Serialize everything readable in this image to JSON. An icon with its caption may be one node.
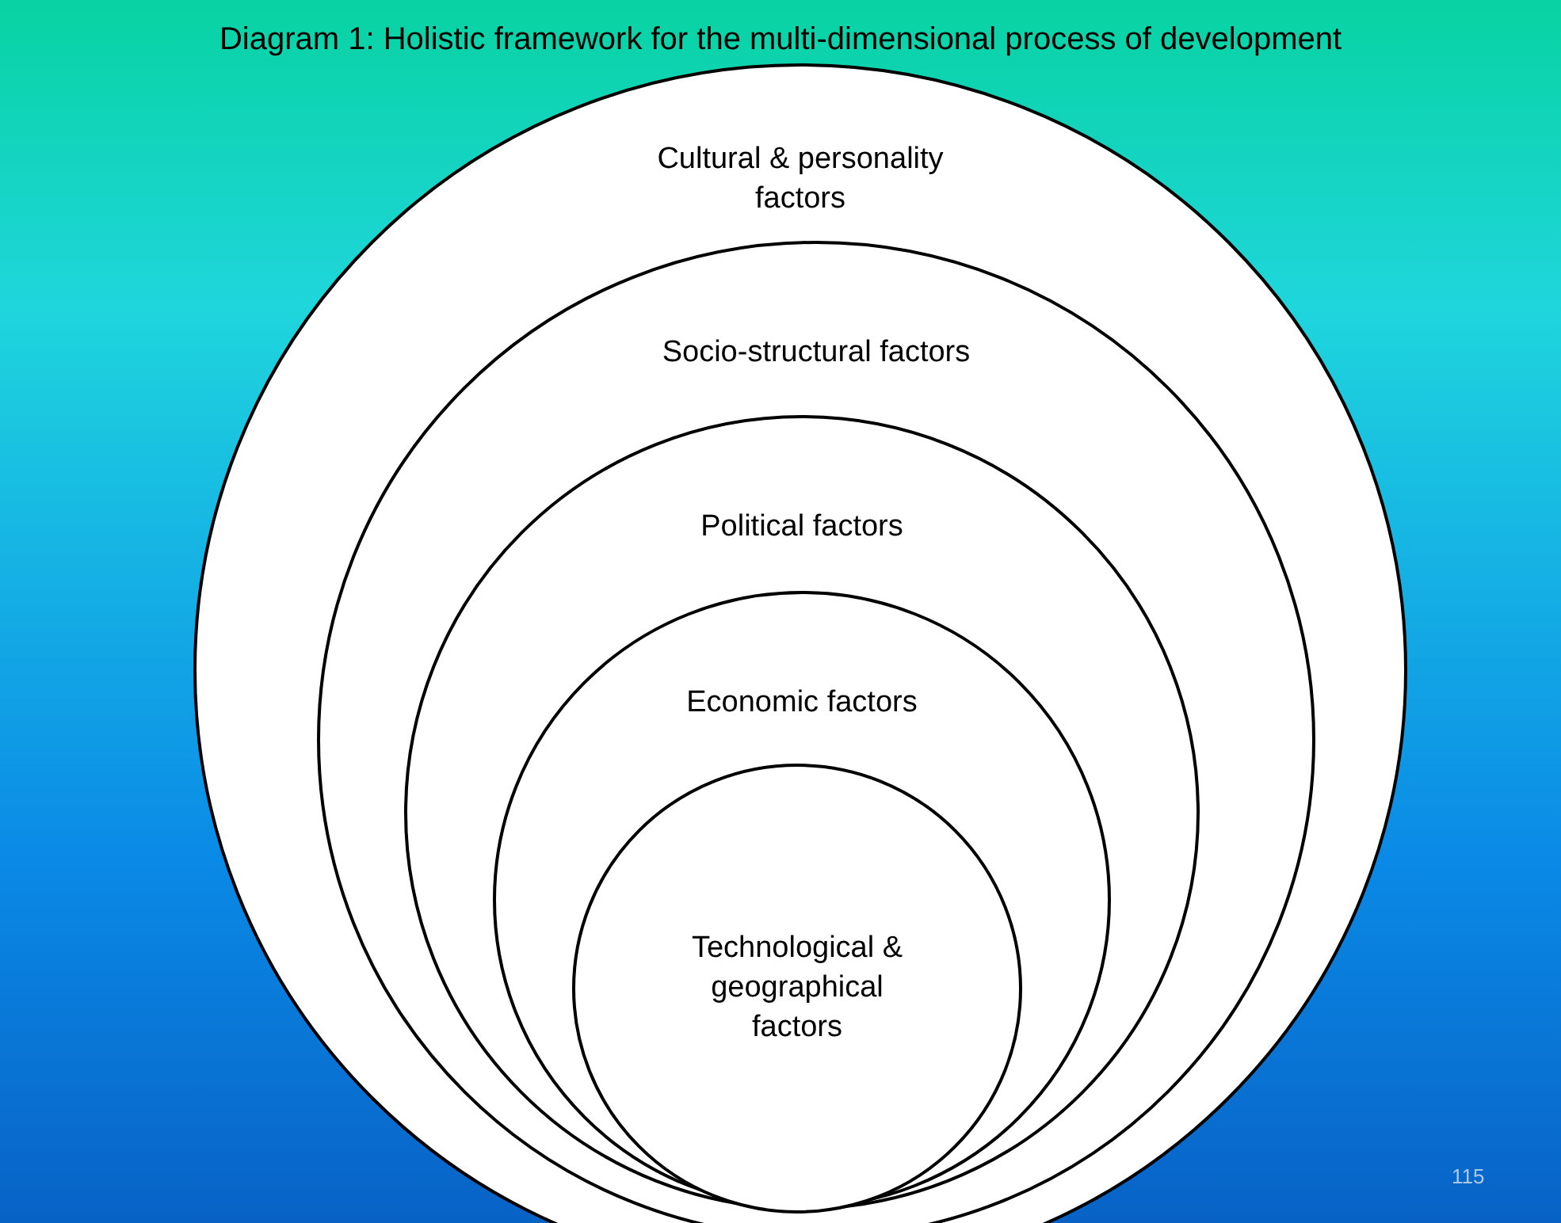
{
  "diagram": {
    "title": "Diagram 1: Holistic framework for the multi-dimensional process of development",
    "nodes": [
      {
        "text": [
          "Cultural & personality factors"
        ]
      },
      {
        "text": [
          "Socio-structural factors"
        ],
        "in": 0
      },
      {
        "text": [
          "Political factors"
        ],
        "in": 1
      },
      {
        "text": [
          "Economic factors"
        ],
        "in": 2
      },
      {
        "text": [
          "Technological & geographical factors"
        ],
        "in": 3
      }
    ],
    "labels": [
      "115"
    ]
  }
}
